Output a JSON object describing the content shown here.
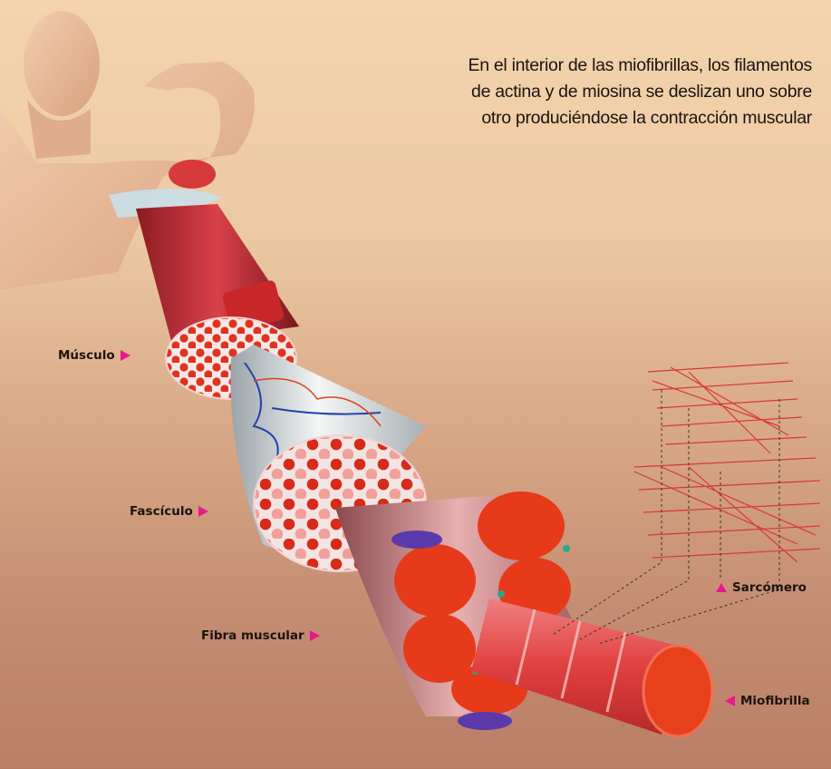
{
  "caption": {
    "lines": [
      "En el interior de las miofibrillas, los filamentos",
      "de actina y de miosina se deslizan uno sobre",
      "otro produciéndose la contracción muscular"
    ]
  },
  "labels": {
    "musculo": "Músculo",
    "fasciculo": "Fascículo",
    "fibra": "Fibra muscular",
    "sarcomero": "Sarcómero",
    "miofibrilla": "Miofibrilla"
  },
  "colors": {
    "pointer": "#e8198c",
    "muscle_red": "#e0301e",
    "skin": "#e9b896"
  }
}
